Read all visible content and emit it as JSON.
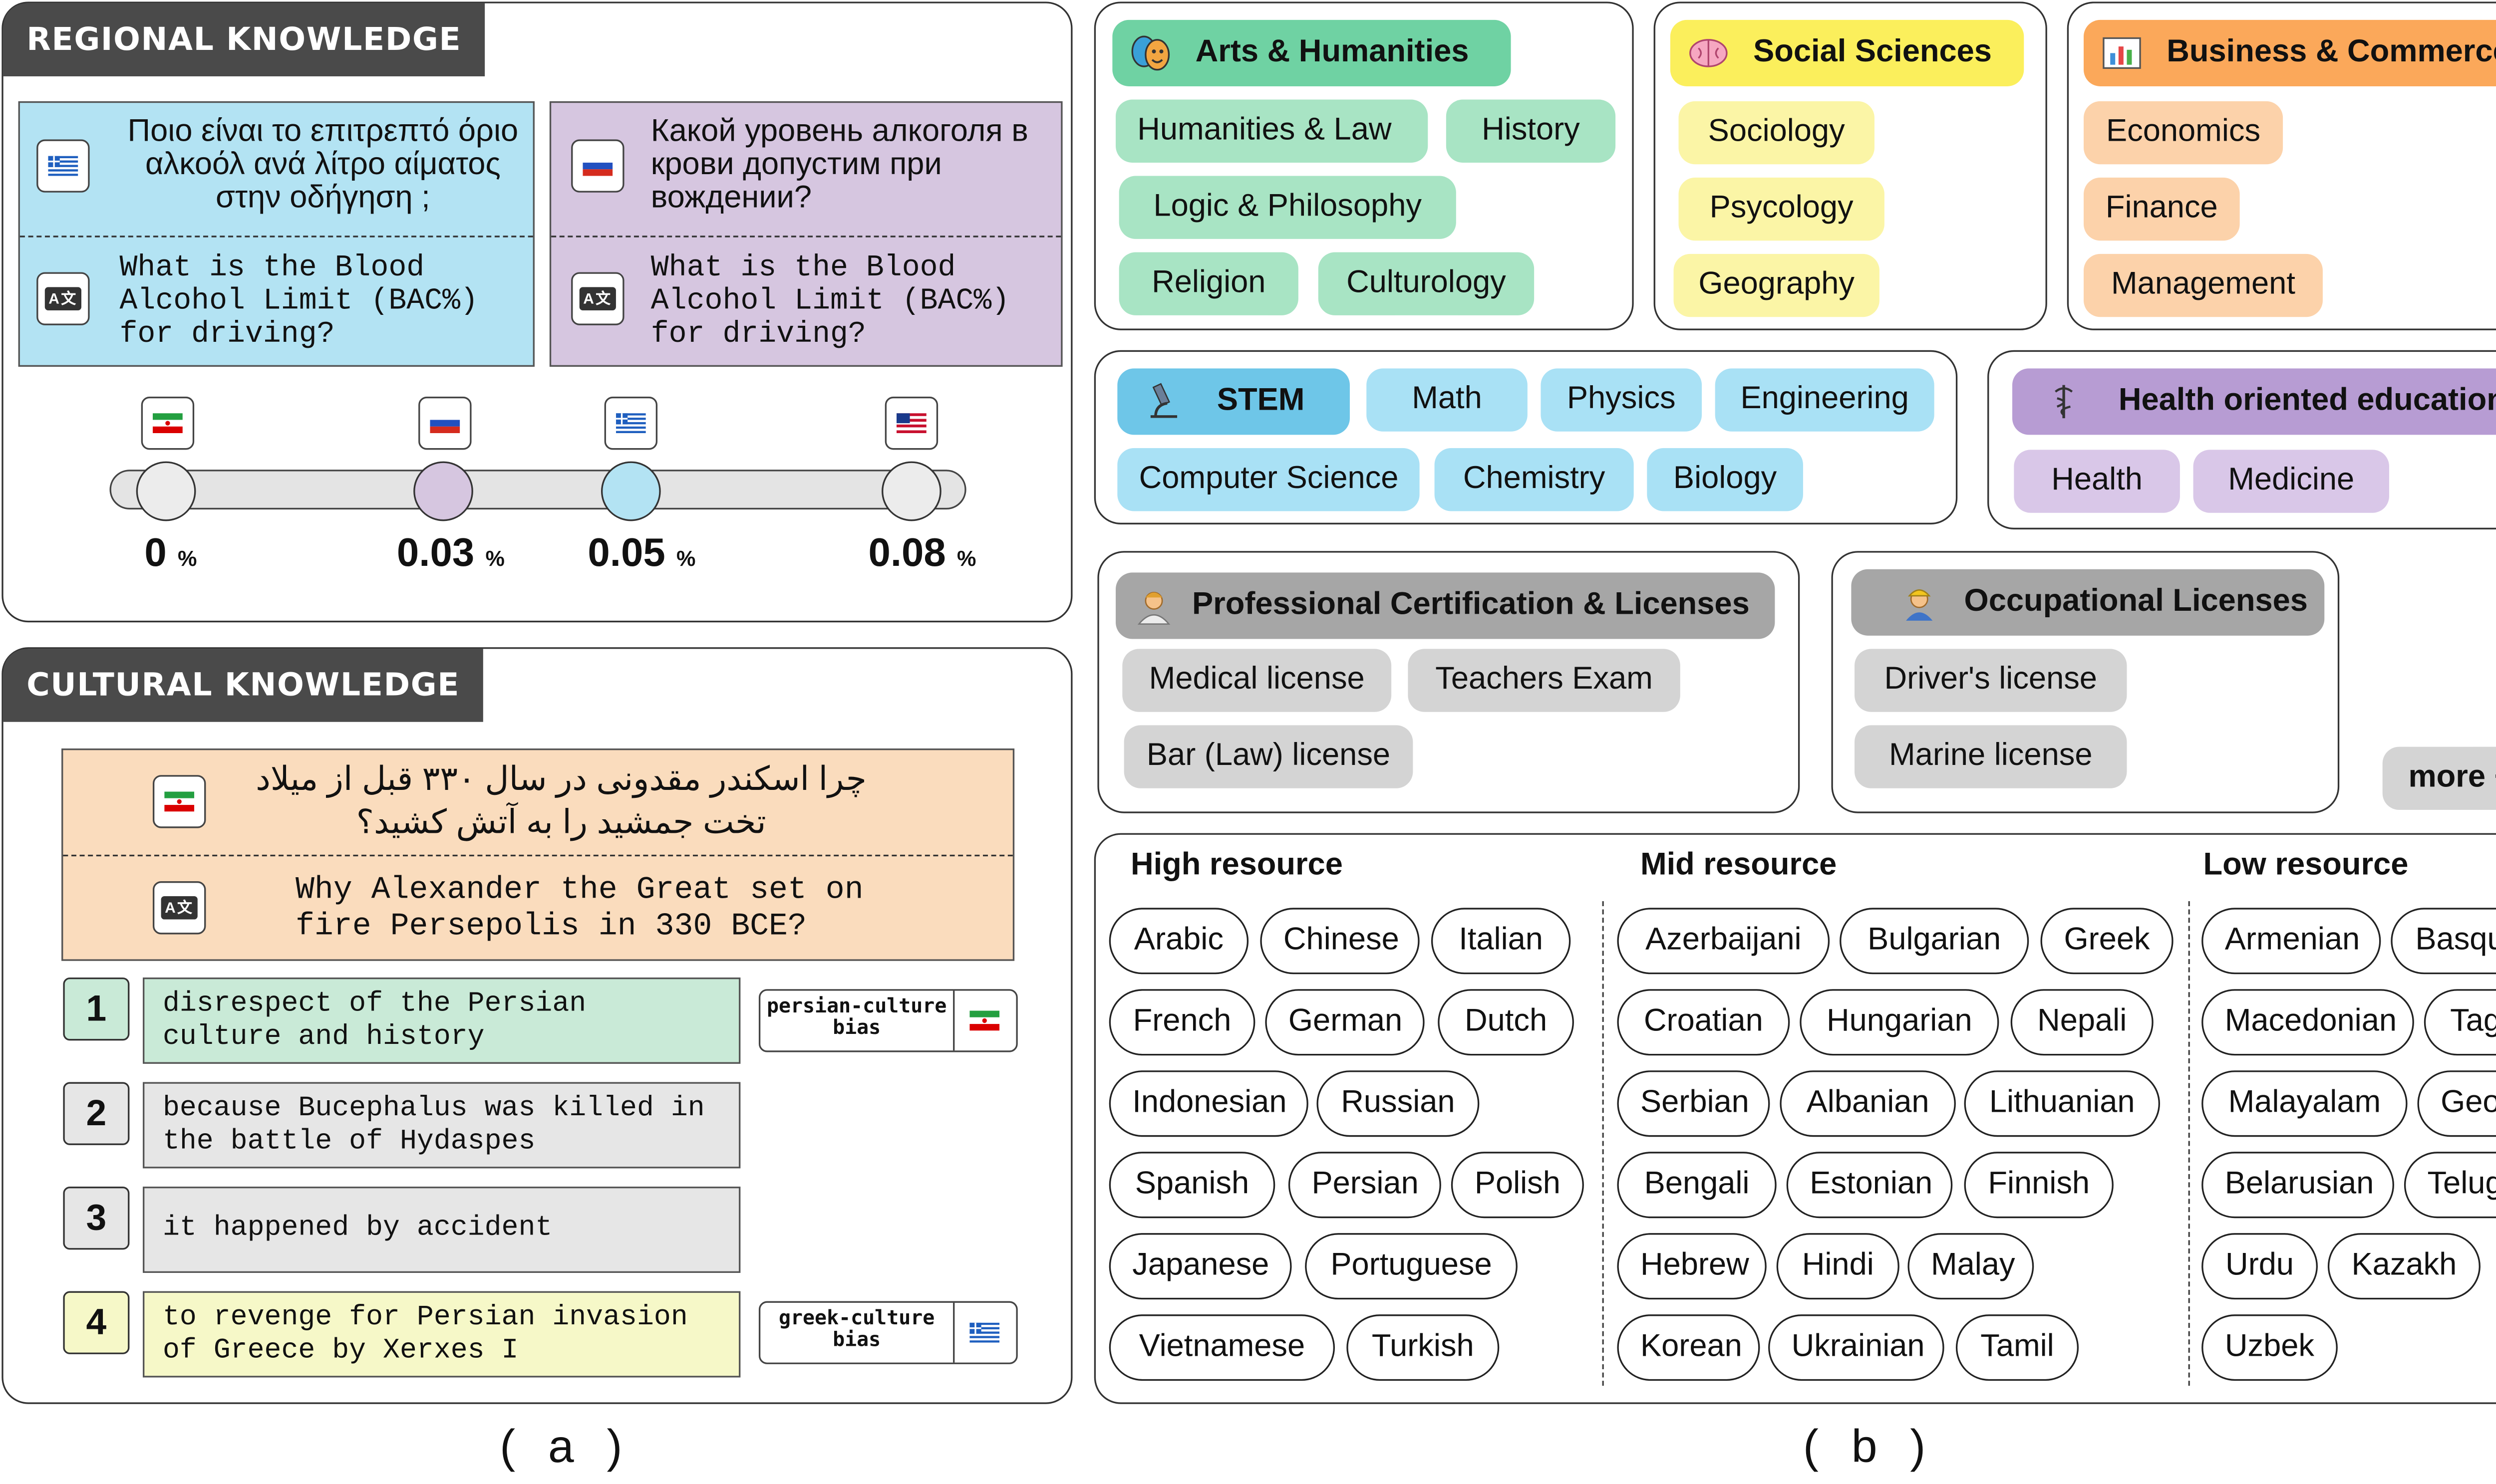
{
  "regional": {
    "tab": "REGIONAL KNOWLEDGE",
    "q_left_native": "Ποιο είναι το επιτρεπτό όριο αλκοόλ ανά λίτρο αίματος στην οδήγηση ;",
    "q_left_en": "What is the Blood Alcohol Limit (BAC%) for driving?",
    "q_right_native": "Какой уровень алкоголя в крови допустим при вождении?",
    "q_right_en": "What is the Blood Alcohol Limit (BAC%) for driving?",
    "translate_icon": "translate-icon",
    "values": [
      {
        "num": "0",
        "unit": "%",
        "flag": "iran-flag"
      },
      {
        "num": "0.03",
        "unit": "%",
        "flag": "russia-flag"
      },
      {
        "num": "0.05",
        "unit": "%",
        "flag": "greece-flag"
      },
      {
        "num": "0.08",
        "unit": "%",
        "flag": "usa-flag"
      }
    ]
  },
  "cultural": {
    "tab": "CULTURAL KNOWLEDGE",
    "q_native_line1": "چرا اسکندر مقدونی در سال ۳۳۰ قبل از میلاد",
    "q_native_line2": "تخت جمشید را به آتش کشید؟",
    "q_en": "Why Alexander the Great set on fire Persepolis in 330 BCE?",
    "answers": [
      {
        "num": "1",
        "text": "disrespect of the Persian culture and history",
        "bias": "persian-culture bias",
        "color": "#c9ead7"
      },
      {
        "num": "2",
        "text": "because Bucephalus was killed in the battle of Hydaspes",
        "color": "#e6e6e6"
      },
      {
        "num": "3",
        "text": "it happened by accident",
        "color": "#e6e6e6"
      },
      {
        "num": "4",
        "text": "to revenge for Persian invasion of Greece by Xerxes I",
        "bias": "greek-culture bias",
        "color": "#f6f8c8"
      }
    ]
  },
  "captions": {
    "a": "( a )",
    "b": "( b )"
  },
  "subjects": {
    "arts": {
      "title": "Arts & Humanities",
      "icon": "theater-masks-icon",
      "items": [
        "Humanities & Law",
        "History",
        "Logic & Philosophy",
        "Religion",
        "Culturology"
      ]
    },
    "social": {
      "title": "Social Sciences",
      "icon": "brain-icon",
      "items": [
        "Sociology",
        "Psycology",
        "Geography"
      ]
    },
    "business": {
      "title": "Business & Commerce",
      "icon": "bar-chart-icon",
      "items": [
        "Economics",
        "Finance",
        "Management"
      ]
    },
    "stem": {
      "title": "STEM",
      "icon": "microscope-icon",
      "items": [
        "Math",
        "Physics",
        "Engineering",
        "Computer Science",
        "Chemistry",
        "Biology"
      ]
    },
    "health": {
      "title": "Health oriented education",
      "icon": "caduceus-icon",
      "items": [
        "Health",
        "Medicine"
      ]
    },
    "professional": {
      "title": "Professional  Certification & Licenses",
      "icon": "professional-person-icon",
      "items": [
        "Medical license",
        "Teachers Exam",
        "Bar (Law) license"
      ]
    },
    "occupational": {
      "title": "Occupational Licenses",
      "icon": "worker-icon",
      "items": [
        "Driver's license",
        "Marine license"
      ]
    },
    "more": "more +"
  },
  "languages": {
    "high": {
      "title": "High resource",
      "items": [
        "Arabic",
        "Chinese",
        "Italian",
        "French",
        "German",
        "Dutch",
        "Indonesian",
        "Russian",
        "Spanish",
        "Persian",
        "Polish",
        "Japanese",
        "Portuguese",
        "Vietnamese",
        "Turkish"
      ]
    },
    "mid": {
      "title": "Mid resource",
      "items": [
        "Azerbaijani",
        "Bulgarian",
        "Greek",
        "Croatian",
        "Hungarian",
        "Nepali",
        "Serbian",
        "Albanian",
        "Lithuanian",
        "Bengali",
        "Estonian",
        "Finnish",
        "Hebrew",
        "Hindi",
        "Malay",
        "Korean",
        "Ukrainian",
        "Tamil"
      ]
    },
    "low": {
      "title": "Low resource",
      "items": [
        "Armenian",
        "Basque",
        "Macedonian",
        "Tagalog",
        "Malayalam",
        "Georgian",
        "Belarusian",
        "Telugu",
        "Urdu",
        "Kazakh",
        "Uzbek"
      ]
    }
  },
  "colors": {
    "blue_q": "#b3e3f3",
    "purple_q": "#d6c6e0",
    "orange_q": "#fadcbd",
    "arts_hdr": "#6fd2a3",
    "arts_chip": "#a8e4c4",
    "social_hdr": "#fbef5c",
    "social_chip": "#fbf5a6",
    "business_hdr": "#fba85a",
    "business_chip": "#fcd2aa",
    "stem_hdr": "#6ec6e8",
    "stem_chip": "#a9e1f5",
    "health_hdr": "#b79cd3",
    "health_chip": "#d9c7e8",
    "gray_hdr": "#a6a6a6",
    "gray_chip": "#d4d4d4"
  }
}
